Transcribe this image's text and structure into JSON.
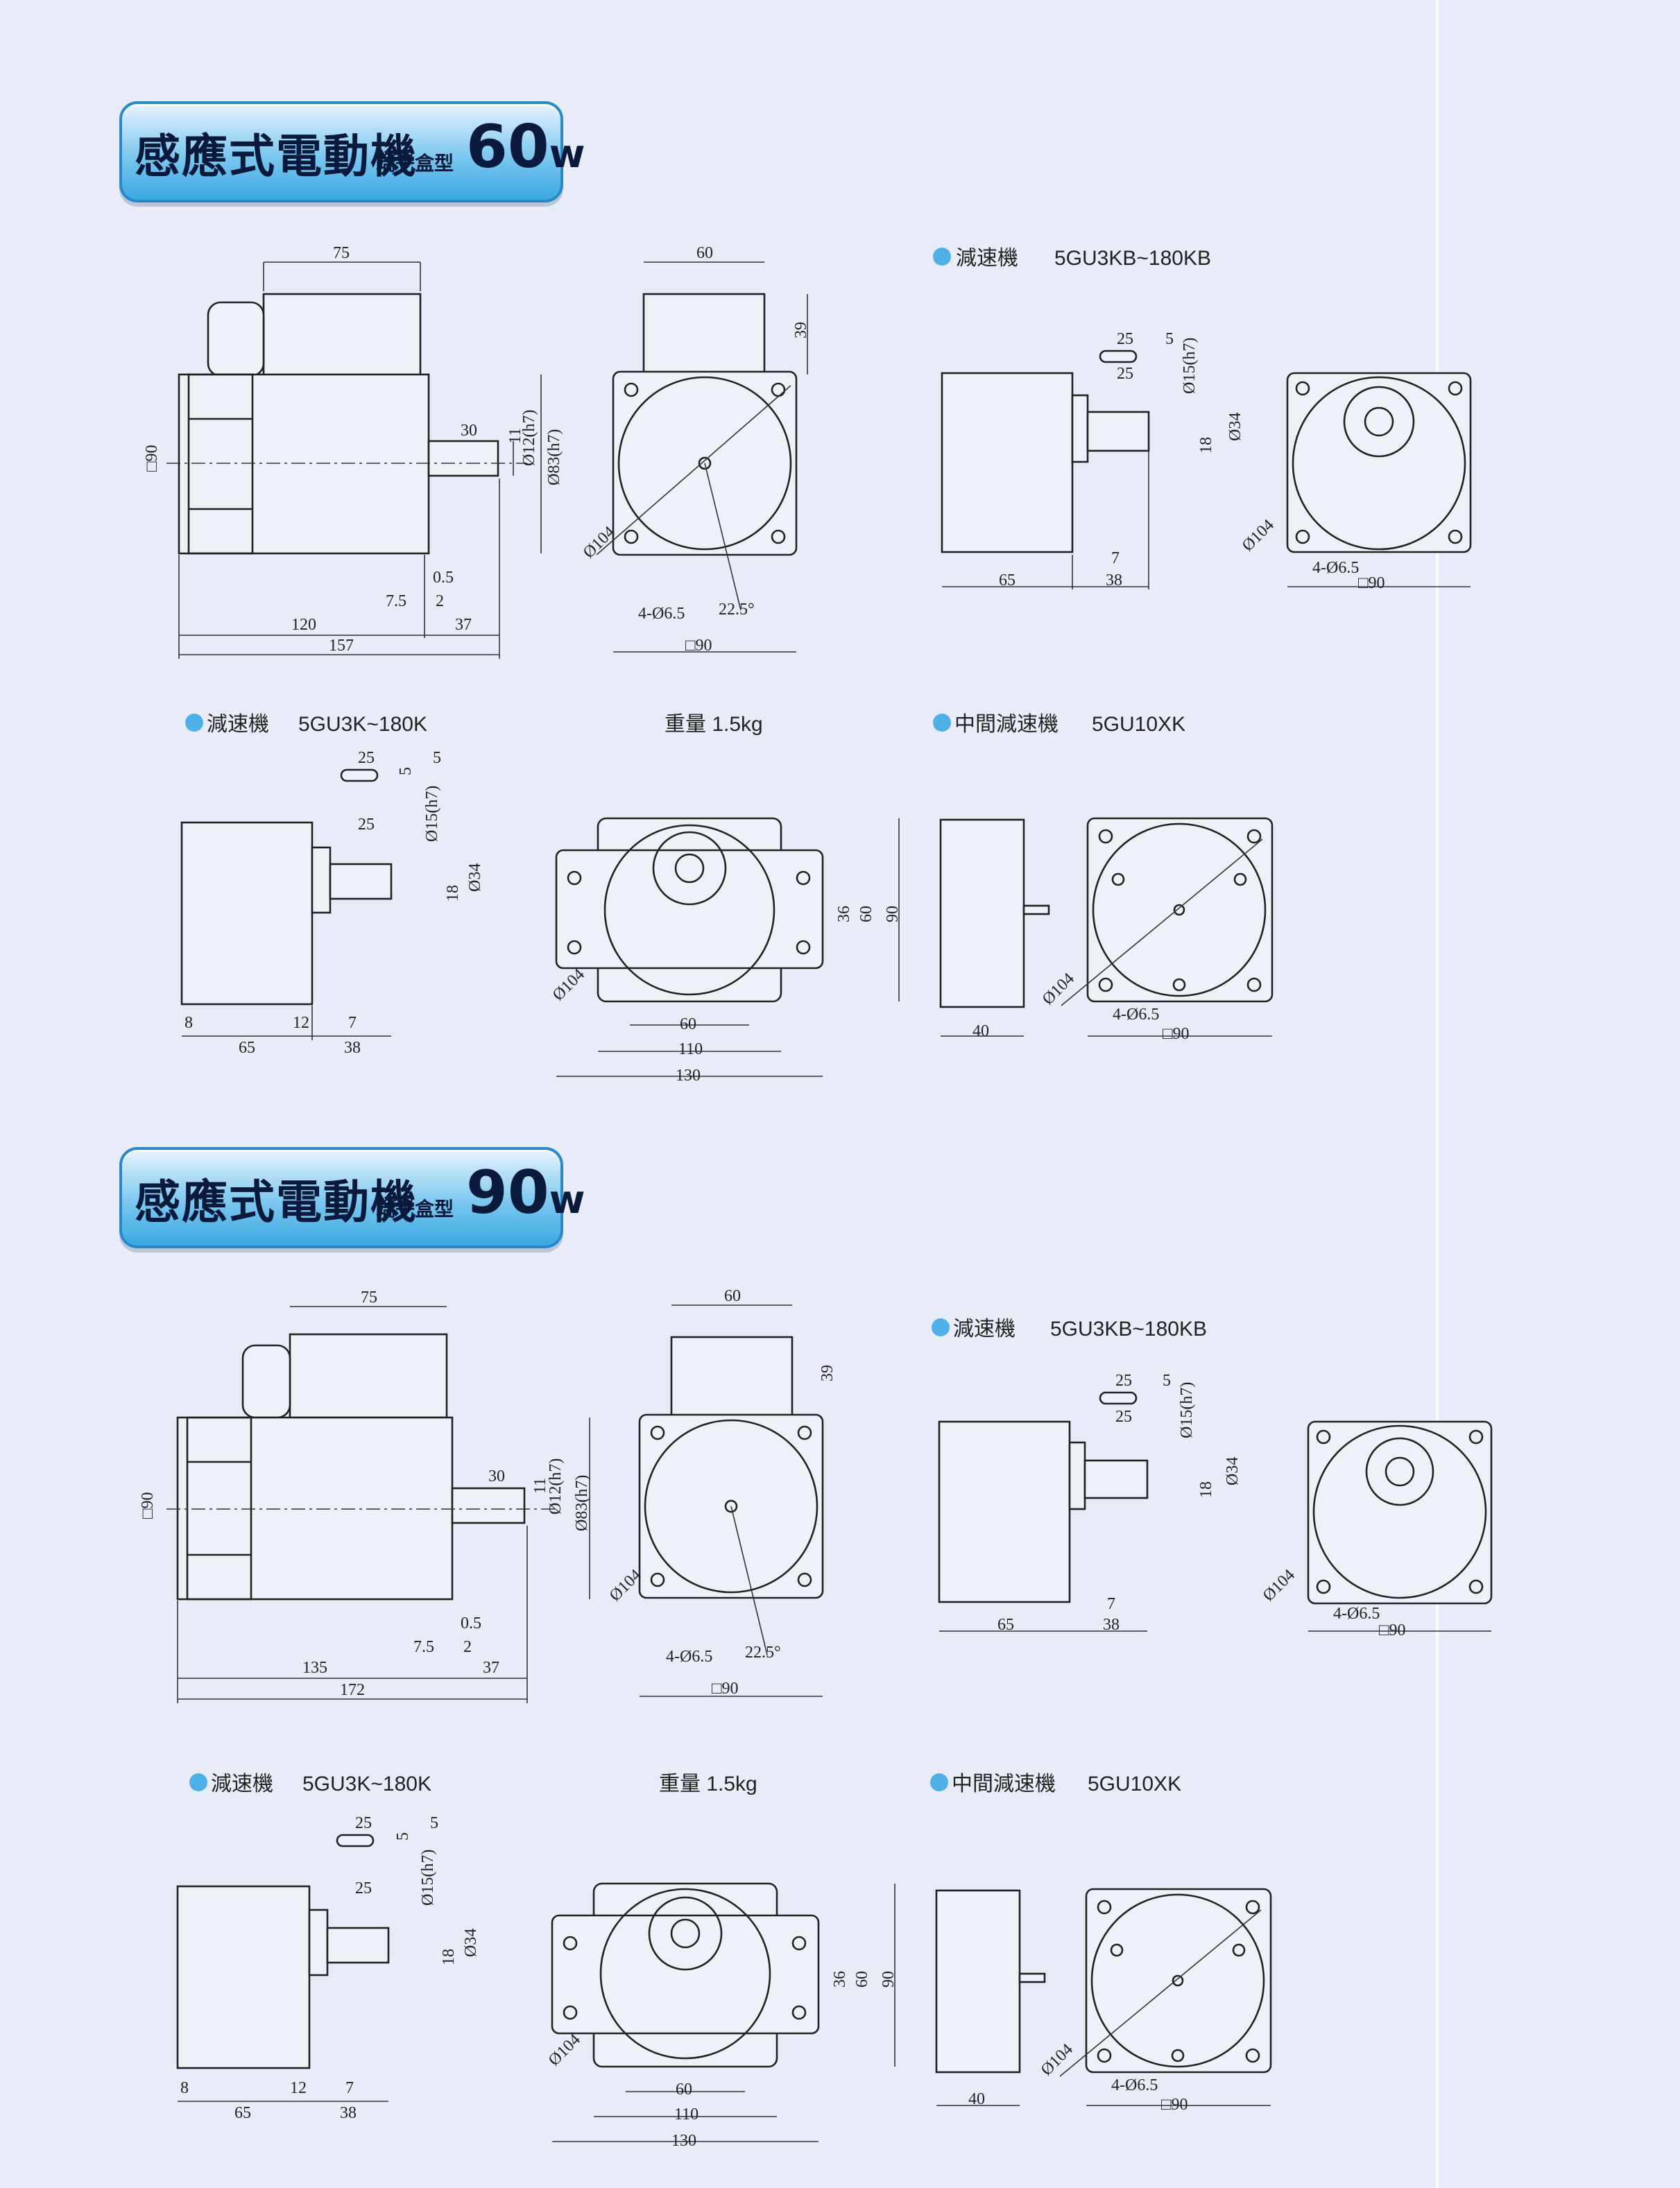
{
  "sections": [
    {
      "title": {
        "main": "感應式電動機",
        "sub": "端子盒型",
        "watt_num": "60",
        "watt_unit": "w"
      },
      "motor": {
        "dims": {
          "top": "75",
          "height": "□90",
          "shaft_len": "30",
          "d1": "11",
          "d2": "Ø12(h7)",
          "d3": "Ø83(h7)",
          "a": "0.5",
          "b": "7.5",
          "c": "2",
          "body": "120",
          "shaft": "37",
          "total": "157"
        }
      },
      "end_view": {
        "top": "60",
        "right": "39",
        "diam": "Ø104",
        "holes": "4-Ø6.5",
        "angle": "22.5°",
        "square": "□90"
      },
      "gear_kb": {
        "label": "減速機",
        "model": "5GU3KB~180KB",
        "k1": "25",
        "k2": "5",
        "k3": "25",
        "sh": "Ø15(h7)",
        "h1": "Ø34",
        "h2": "18",
        "b7": "7",
        "l1": "65",
        "l2": "38",
        "diam": "Ø104",
        "holes": "4-Ø6.5",
        "square": "□90"
      },
      "gear_k": {
        "label": "減速機",
        "model": "5GU3K~180K",
        "k1": "25",
        "k2": "5",
        "k3": "5",
        "k4": "25",
        "sh": "Ø15(h7)",
        "h1": "Ø34",
        "h2": "18",
        "a": "8",
        "b": "12",
        "c": "7",
        "l1": "65",
        "l2": "38"
      },
      "weight": "重量 1.5kg",
      "front": {
        "v1": "36",
        "v2": "60",
        "v3": "90",
        "diam": "Ø104",
        "w1": "60",
        "w2": "110",
        "w3": "130"
      },
      "mid": {
        "label": "中間減速機",
        "model": "5GU10XK",
        "len": "40",
        "diam": "Ø104",
        "holes": "4-Ø6.5",
        "square": "□90"
      }
    },
    {
      "title": {
        "main": "感應式電動機",
        "sub": "端子盒型",
        "watt_num": "90",
        "watt_unit": "w"
      },
      "motor": {
        "dims": {
          "top": "75",
          "height": "□90",
          "shaft_len": "30",
          "d1": "11",
          "d2": "Ø12(h7)",
          "d3": "Ø83(h7)",
          "a": "0.5",
          "b": "7.5",
          "c": "2",
          "body": "135",
          "shaft": "37",
          "total": "172"
        }
      },
      "end_view": {
        "top": "60",
        "right": "39",
        "diam": "Ø104",
        "holes": "4-Ø6.5",
        "angle": "22.5°",
        "square": "□90"
      },
      "gear_kb": {
        "label": "減速機",
        "model": "5GU3KB~180KB",
        "k1": "25",
        "k2": "5",
        "k3": "25",
        "sh": "Ø15(h7)",
        "h1": "Ø34",
        "h2": "18",
        "b7": "7",
        "l1": "65",
        "l2": "38",
        "diam": "Ø104",
        "holes": "4-Ø6.5",
        "square": "□90"
      },
      "gear_k": {
        "label": "減速機",
        "model": "5GU3K~180K",
        "k1": "25",
        "k2": "5",
        "k3": "5",
        "k4": "25",
        "sh": "Ø15(h7)",
        "h1": "Ø34",
        "h2": "18",
        "a": "8",
        "b": "12",
        "c": "7",
        "l1": "65",
        "l2": "38"
      },
      "weight": "重量 1.5kg",
      "front": {
        "v1": "36",
        "v2": "60",
        "v3": "90",
        "diam": "Ø104",
        "w1": "60",
        "w2": "110",
        "w3": "130"
      },
      "mid": {
        "label": "中間減速機",
        "model": "5GU10XK",
        "len": "40",
        "diam": "Ø104",
        "holes": "4-Ø6.5",
        "square": "□90"
      }
    }
  ]
}
